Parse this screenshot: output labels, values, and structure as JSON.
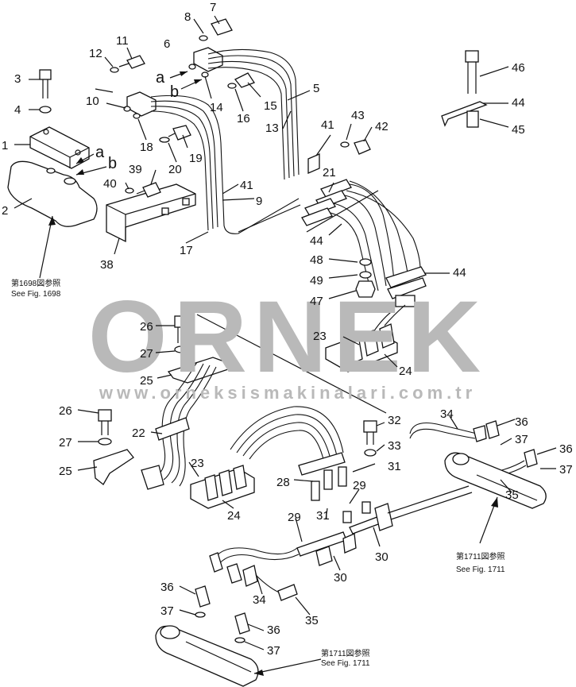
{
  "watermark": {
    "main": "ORNEK",
    "url": "www.orneksismakinalari.com.tr",
    "color": "#b9b9b9"
  },
  "callouts": [
    "1",
    "2",
    "3",
    "4",
    "5",
    "6",
    "7",
    "8",
    "9",
    "10",
    "11",
    "12",
    "13",
    "14",
    "15",
    "16",
    "17",
    "18",
    "19",
    "20",
    "21",
    "39",
    "40",
    "41",
    "41",
    "42",
    "43",
    "44",
    "44",
    "44",
    "45",
    "46",
    "47",
    "48",
    "49",
    "38",
    "22",
    "23",
    "23",
    "24",
    "24",
    "25",
    "25",
    "26",
    "26",
    "27",
    "27",
    "28",
    "29",
    "29",
    "30",
    "30",
    "31",
    "31",
    "32",
    "33",
    "34",
    "34",
    "35",
    "35",
    "36",
    "36",
    "36",
    "36",
    "37",
    "37",
    "37",
    "37"
  ],
  "port_labels": {
    "a_left": "a",
    "b_left": "b",
    "a_upper": "a",
    "b_upper": "b"
  },
  "references": {
    "fig1698_jp": "第1698図参照",
    "fig1698_en": "See Fig. 1698",
    "fig1711_jp_right": "第1711図参照",
    "fig1711_en_right": "See Fig. 1711",
    "fig1711_jp_bottom": "第1711図参照",
    "fig1711_en_bottom": "See Fig. 1711"
  }
}
